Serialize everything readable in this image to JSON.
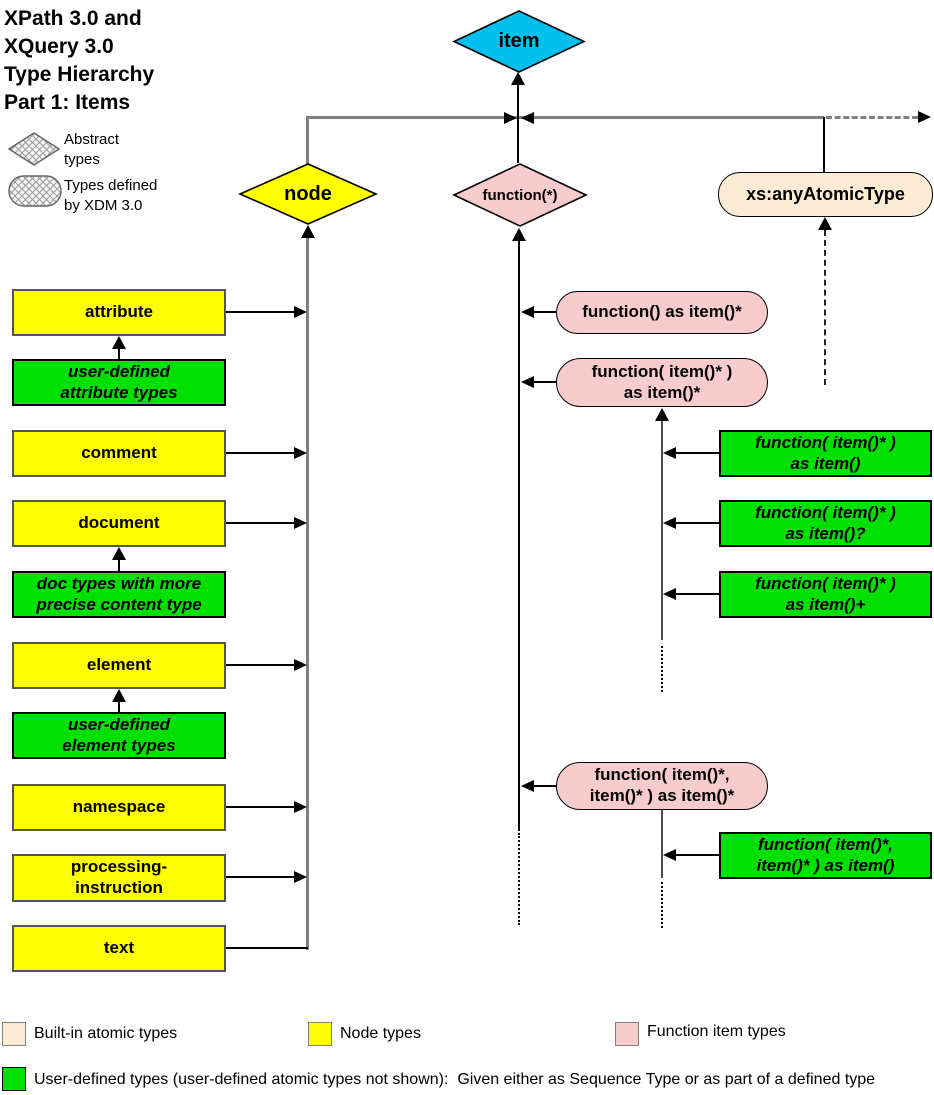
{
  "title": "XPath 3.0 and\nXQuery 3.0\nType Hierarchy\nPart 1: Items",
  "legend_top": {
    "abstract": "Abstract\ntypes",
    "xdm": "Types defined\nby XDM 3.0"
  },
  "hierarchy": {
    "item": "item",
    "node": "node",
    "function_any": "function(*)",
    "any_atomic": "xs:anyAtomicType",
    "node_kinds": [
      "attribute",
      "comment",
      "document",
      "element",
      "namespace",
      "processing-\ninstruction",
      "text"
    ],
    "user_defined_node": [
      "user-defined\nattribute types",
      "doc types with more\nprecise content type",
      "user-defined\nelement types"
    ],
    "function_items": [
      "function() as item()*",
      "function( item()* )\nas item()*",
      "function( item()*,\nitem()* ) as item()*"
    ],
    "user_defined_function": [
      "function( item()* )\nas item()",
      "function( item()* )\nas item()?",
      "function( item()* )\nas item()+",
      "function( item()*,\nitem()* ) as item()"
    ]
  },
  "legend_bottom": {
    "builtin": "Built-in atomic types",
    "node": "Node types",
    "function": "Function item types",
    "user_defined": "User-defined types (user-defined atomic types not shown):  Given either as Sequence Type or as part of a defined type"
  },
  "colors": {
    "item_cyan": "#00C0F0",
    "node_yellow": "#FFFF00",
    "function_pink": "#F8CCCC",
    "atomic_beige": "#FCEBD5",
    "user_green": "#00E000",
    "trunk_gray": "#808080"
  }
}
